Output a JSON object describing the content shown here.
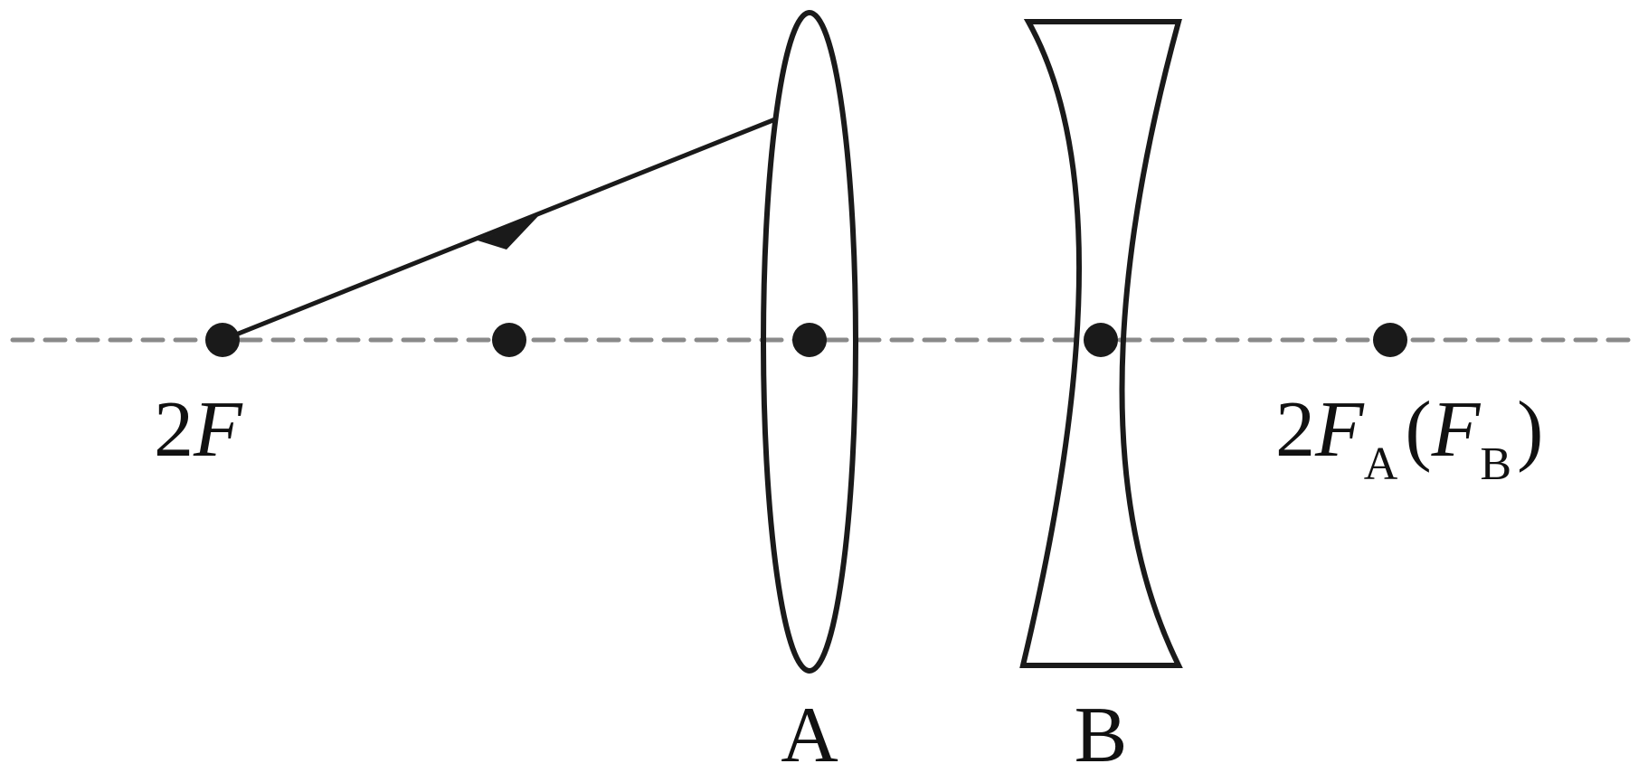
{
  "labels": {
    "left_point": {
      "num": "2",
      "letter": "F"
    },
    "right_point": {
      "num": "2",
      "letter_a": "F",
      "sub_a": "A",
      "open_paren": "(",
      "letter_b": "F",
      "sub_b": "B",
      "close_paren": ")"
    },
    "lens_a": "A",
    "lens_b": "B"
  },
  "colors": {
    "stroke": "#1a1a1a",
    "axis": "#8a8a8a",
    "background": "#ffffff"
  }
}
